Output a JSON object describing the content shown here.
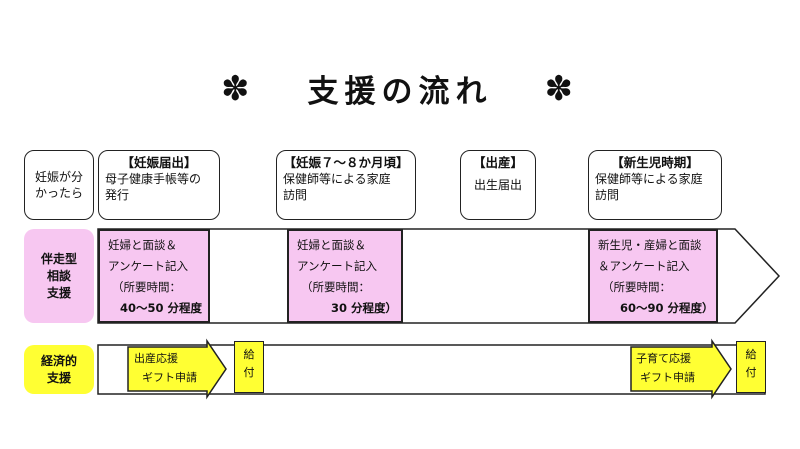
{
  "title": {
    "star_left": "✽",
    "text": "支援の流れ",
    "star_right": "✽"
  },
  "stages": {
    "start": {
      "lines": [
        "妊娠が分",
        "かったら"
      ]
    },
    "pregnancy_notice": {
      "head": "【妊娠届出】",
      "lines": [
        "母子健康手帳等の",
        "発行"
      ]
    },
    "months_7_8": {
      "head": "【妊娠７～８か月頃】",
      "lines": [
        "保健師等による家庭",
        "訪問"
      ]
    },
    "birth": {
      "head": "【出産】",
      "lines": [
        "出生届出"
      ]
    },
    "newborn": {
      "head": "【新生児時期】",
      "lines": [
        "保健師等による家庭",
        "訪問"
      ]
    }
  },
  "rows": {
    "companion": {
      "label_lines": [
        "伴走型",
        "相談",
        "支援"
      ]
    },
    "economic": {
      "label_lines": [
        "経済的",
        "支援"
      ]
    }
  },
  "interviews": [
    {
      "lines": [
        "妊婦と面談＆",
        "アンケート記入",
        "（所要時間：",
        "40～50 分程度"
      ]
    },
    {
      "lines": [
        "妊婦と面談＆",
        "アンケート記入",
        "（所要時間：",
        "30 分程度）"
      ]
    },
    {
      "lines": [
        "新生児・産婦と面談",
        "＆アンケート記入",
        "（所要時間：",
        "60～90 分程度）"
      ]
    }
  ],
  "gifts": [
    {
      "lines": [
        "出産応援",
        "ギフト申請"
      ]
    },
    {
      "lines": [
        "子育て応援",
        "ギフト申請"
      ]
    }
  ],
  "payments": [
    {
      "lines": [
        "給",
        "付"
      ]
    },
    {
      "lines": [
        "給",
        "付"
      ]
    }
  ],
  "colors": {
    "pink": "#f7c7f1",
    "yellow": "#ffff33",
    "outline": "#222222"
  }
}
